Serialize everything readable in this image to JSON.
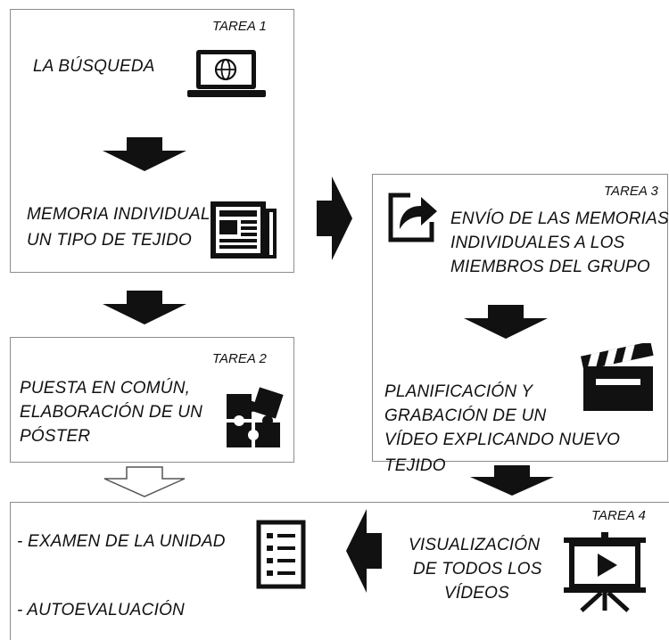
{
  "task1": {
    "tag": "TAREA 1",
    "search_label": "LA BÚSQUEDA",
    "memory_line1": "MEMORIA INDIVIDUAL:",
    "memory_line2": "UN TIPO DE TEJIDO"
  },
  "task2": {
    "tag": "TAREA 2",
    "line1": "PUESTA EN COMÚN,",
    "line2": "ELABORACIÓN DE UN",
    "line3": "PÓSTER"
  },
  "task3": {
    "tag": "TAREA 3",
    "send_line1": "ENVÍO DE LAS MEMORIAS",
    "send_line2": "INDIVIDUALES  A LOS",
    "send_line3": "MIEMBROS DEL GRUPO",
    "plan_line1": "PLANIFICACIÓN Y",
    "plan_line2": "GRABACIÓN DE UN",
    "plan_line3": "VÍDEO EXPLICANDO NUEVO TEJIDO"
  },
  "task4": {
    "tag": "TAREA 4",
    "view_line1": "VISUALIZACIÓN",
    "view_line2": "DE TODOS LOS",
    "view_line3": "VÍDEOS",
    "exam": "- EXAMEN DE LA UNIDAD",
    "self_eval": "- AUTOEVALUACIÓN"
  },
  "icons": [
    "laptop-globe-icon",
    "newspaper-icon",
    "puzzle-icon",
    "share-icon",
    "clapperboard-icon",
    "projector-screen-icon",
    "checklist-icon"
  ],
  "colors": {
    "arrow": "#111111",
    "border": "#8c8c8c"
  }
}
